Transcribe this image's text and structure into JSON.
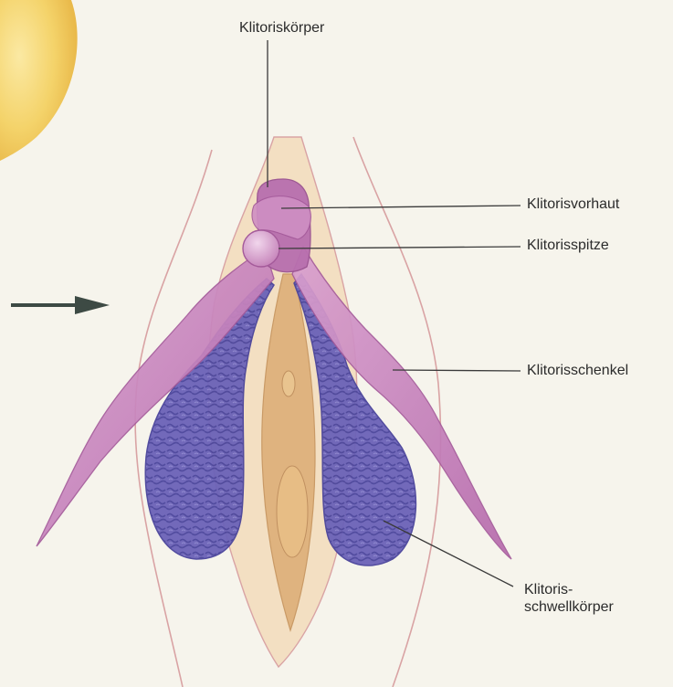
{
  "labels": {
    "clitoris_body": "Klitoriskörper",
    "clitoral_hood": "Klitorisvorhaut",
    "clitoral_glans": "Klitorisspitze",
    "clitoral_crus": "Klitorisschenkel",
    "vestibular_bulb_line1": "Klitoris-",
    "vestibular_bulb_line2": "schwellkörper"
  },
  "colors": {
    "background": "#f6f4ec",
    "skin_outline": "#d9a3a4",
    "vulva_fill": "#f3dfc2",
    "vestibule_fill": "#dfb37f",
    "erectile_pink": "#c47ab8",
    "erectile_pink_light": "#d9a0cf",
    "bulb_blue": "#6b62b8",
    "bulb_blue_dark": "#4a449b",
    "leader_line": "#3a3a3a",
    "arrow": "#3d4a44",
    "sun_yellow": "#f4d36a"
  }
}
